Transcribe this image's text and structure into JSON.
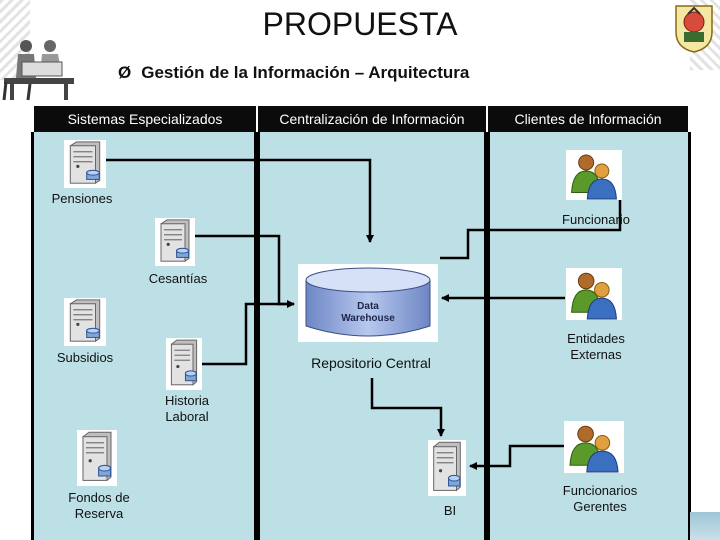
{
  "slide": {
    "title": "PROPUESTA",
    "subtitle": "Gestión de la Información – Arquitectura",
    "bullet": "Ø"
  },
  "columns": [
    {
      "header": "Sistemas Especializados"
    },
    {
      "header": "Centralización de Información"
    },
    {
      "header": "Clientes de Información"
    }
  ],
  "sources": [
    {
      "label": "Pensiones",
      "icon": "server-icon"
    },
    {
      "label": "Cesantías",
      "icon": "server-icon"
    },
    {
      "label": "Subsidios",
      "icon": "server-icon"
    },
    {
      "label": "Historia Laboral",
      "icon": "server-icon"
    },
    {
      "label": "Fondos de Reserva",
      "icon": "server-icon"
    }
  ],
  "center": {
    "warehouse_label": "Data Warehouse",
    "repository_label": "Repositorio Central",
    "bi_label": "BI"
  },
  "clients": [
    {
      "label": "Funcionario",
      "icon": "users-icon"
    },
    {
      "label": "Entidades Externas",
      "icon": "users-icon"
    },
    {
      "label": "Funcionarios Gerentes",
      "icon": "users-icon"
    }
  ],
  "colors": {
    "panel": "#bde0e6",
    "header": "#0b0b0b",
    "warehouse": "#8fa8d8",
    "line": "#000000"
  }
}
